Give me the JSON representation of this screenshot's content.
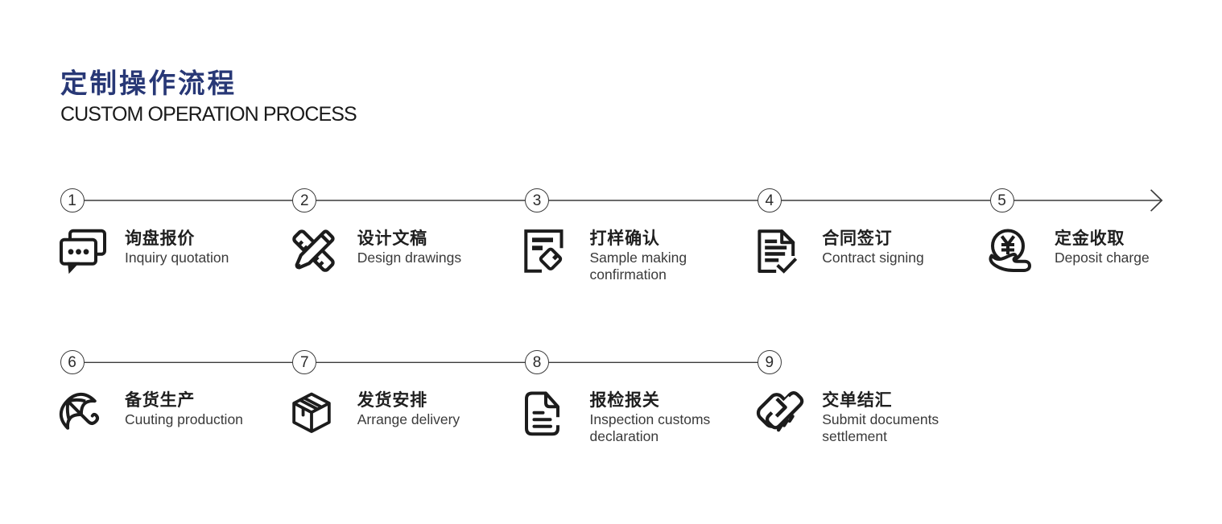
{
  "page": {
    "background": "#ffffff"
  },
  "header": {
    "title_zh": "定制操作流程",
    "title_en": "CUSTOM OPERATION PROCESS",
    "title_color": "#283876"
  },
  "colors": {
    "accent_blue": "#283876",
    "icon_ink": "#1c1c1c",
    "timeline_line": "#3b3b3b",
    "label_primary": "#1f1f1f",
    "label_secondary": "#3a3a3a"
  },
  "process": {
    "rows": [
      {
        "arrow": true,
        "steps": [
          {
            "num": "1",
            "icon": "chat-bubbles-icon",
            "zh": "询盘报价",
            "en": "Inquiry quotation"
          },
          {
            "num": "2",
            "icon": "ruler-pencil-icon",
            "zh": "设计文稿",
            "en": "Design drawings"
          },
          {
            "num": "3",
            "icon": "document-tag-icon",
            "zh": "打样确认",
            "en": "Sample making\nconfirmation"
          },
          {
            "num": "4",
            "icon": "document-check-icon",
            "zh": "合同签订",
            "en": "Contract signing"
          },
          {
            "num": "5",
            "icon": "coin-hand-icon",
            "zh": "定金收取",
            "en": "Deposit charge"
          }
        ]
      },
      {
        "arrow": false,
        "steps": [
          {
            "num": "6",
            "icon": "umbrella-icon",
            "zh": "备货生产",
            "en": "Cuuting production"
          },
          {
            "num": "7",
            "icon": "package-box-icon",
            "zh": "发货安排",
            "en": "Arrange delivery"
          },
          {
            "num": "8",
            "icon": "document-lines-icon",
            "zh": "报检报关",
            "en": "Inspection customs\ndeclaration"
          },
          {
            "num": "9",
            "icon": "handshake-icon",
            "zh": "交单结汇",
            "en": "Submit documents\nsettlement"
          }
        ]
      }
    ]
  }
}
